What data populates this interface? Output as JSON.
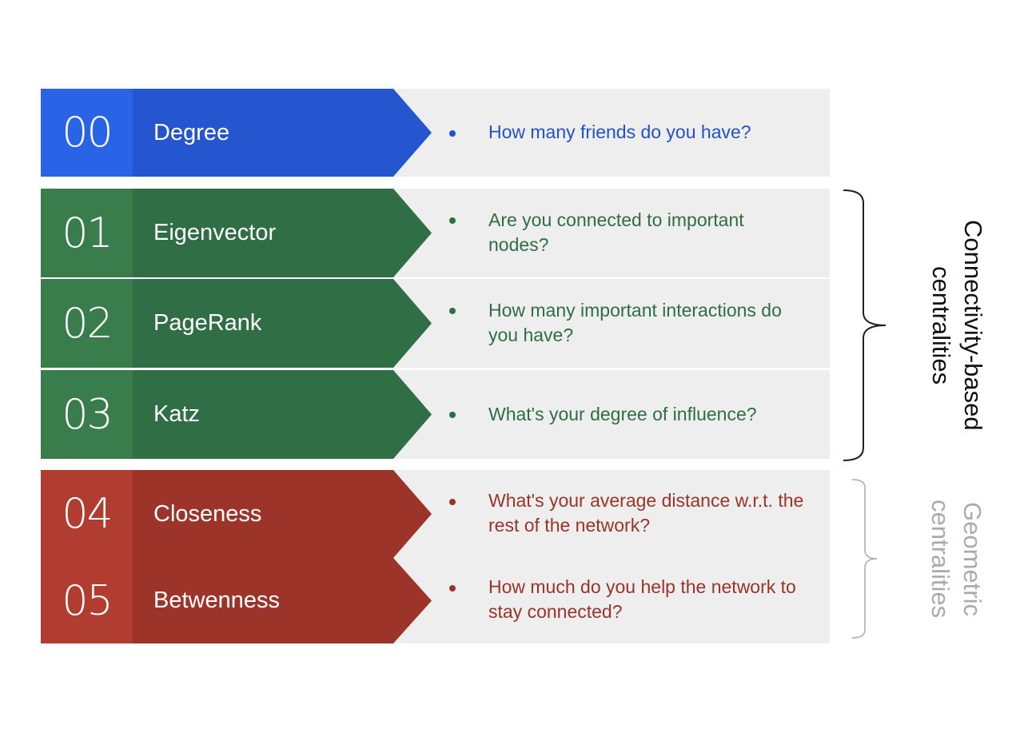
{
  "colors": {
    "blue": "#2858d6",
    "blue_dark": "#2450c8",
    "green": "#337a48",
    "green_dark": "#2f6e44",
    "red": "#b03a2e",
    "red_dark": "#9b3327",
    "panel": "#eeeeee",
    "bracket_dark": "#222222",
    "bracket_light": "#aaaaaa",
    "label_light": "#aaaaaa"
  },
  "rows": [
    {
      "number": "00",
      "name": "Degree",
      "description": "How many friends do you have?",
      "color": "blue"
    },
    {
      "number": "01",
      "name": "Eigenvector",
      "description": "Are you connected to important nodes?",
      "color": "green"
    },
    {
      "number": "02",
      "name": "PageRank",
      "description": "How many important interactions do you have?",
      "color": "green"
    },
    {
      "number": "03",
      "name": "Katz",
      "description": "What's your degree of influence?",
      "color": "green"
    },
    {
      "number": "04",
      "name": "Closeness",
      "description": "What's your average distance w.r.t. the rest of the network?",
      "color": "red"
    },
    {
      "number": "05",
      "name": "Betwenness",
      "description": "How much do you help the network to stay connected?",
      "color": "red"
    }
  ],
  "groups": {
    "connectivity": {
      "label": "Connectivity-based\ncentralities"
    },
    "geometric": {
      "label": "Geometric\ncentralities"
    }
  }
}
